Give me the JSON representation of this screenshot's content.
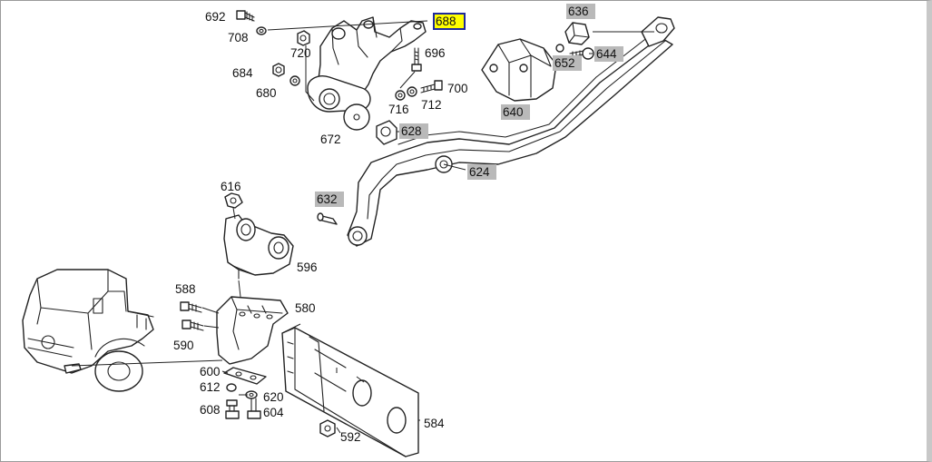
{
  "diagram": {
    "selected_part": "688",
    "labels": [
      {
        "id": "692",
        "text": "692",
        "style": "plain"
      },
      {
        "id": "708",
        "text": "708",
        "style": "plain"
      },
      {
        "id": "720",
        "text": "720",
        "style": "plain"
      },
      {
        "id": "688",
        "text": "688",
        "style": "selected"
      },
      {
        "id": "696",
        "text": "696",
        "style": "plain"
      },
      {
        "id": "684",
        "text": "684",
        "style": "plain"
      },
      {
        "id": "680",
        "text": "680",
        "style": "plain"
      },
      {
        "id": "700",
        "text": "700",
        "style": "plain"
      },
      {
        "id": "716",
        "text": "716",
        "style": "plain"
      },
      {
        "id": "712",
        "text": "712",
        "style": "plain"
      },
      {
        "id": "672",
        "text": "672",
        "style": "plain"
      },
      {
        "id": "628",
        "text": "628",
        "style": "tag"
      },
      {
        "id": "636",
        "text": "636",
        "style": "tag"
      },
      {
        "id": "652",
        "text": "652",
        "style": "tag"
      },
      {
        "id": "644",
        "text": "644",
        "style": "tag"
      },
      {
        "id": "640",
        "text": "640",
        "style": "tag"
      },
      {
        "id": "624",
        "text": "624",
        "style": "tag"
      },
      {
        "id": "632",
        "text": "632",
        "style": "tag"
      },
      {
        "id": "616",
        "text": "616",
        "style": "plain"
      },
      {
        "id": "596",
        "text": "596",
        "style": "plain"
      },
      {
        "id": "588",
        "text": "588",
        "style": "plain"
      },
      {
        "id": "580",
        "text": "580",
        "style": "plain"
      },
      {
        "id": "590",
        "text": "590",
        "style": "plain"
      },
      {
        "id": "600",
        "text": "600",
        "style": "plain"
      },
      {
        "id": "612",
        "text": "612",
        "style": "plain"
      },
      {
        "id": "620",
        "text": "620",
        "style": "plain"
      },
      {
        "id": "608",
        "text": "608",
        "style": "plain"
      },
      {
        "id": "604",
        "text": "604",
        "style": "plain"
      },
      {
        "id": "584",
        "text": "584",
        "style": "plain"
      },
      {
        "id": "592",
        "text": "592",
        "style": "plain"
      }
    ]
  }
}
